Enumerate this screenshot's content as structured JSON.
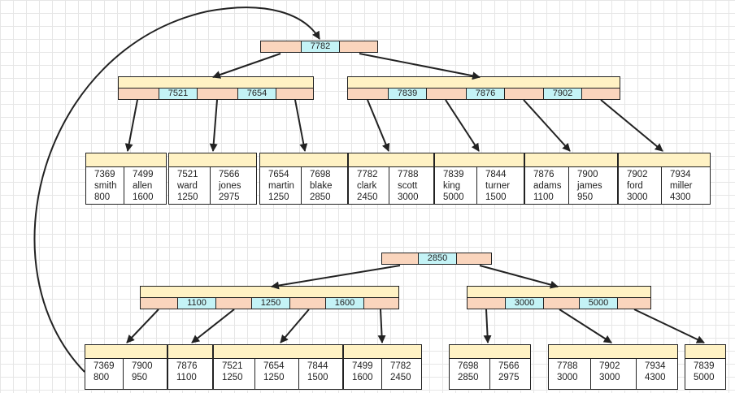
{
  "index_tree": {
    "root_keys": [
      "7782"
    ],
    "left_keys": [
      "7521",
      "7654"
    ],
    "right_keys": [
      "7839",
      "7876",
      "7902"
    ],
    "leaves": [
      {
        "cells": [
          {
            "lines": [
              "7369",
              "smith",
              "800"
            ]
          },
          {
            "lines": [
              "7499",
              "allen",
              "1600"
            ]
          }
        ]
      },
      {
        "cells": [
          {
            "lines": [
              "7521",
              "ward",
              "1250"
            ]
          },
          {
            "lines": [
              "7566",
              "jones",
              "2975"
            ]
          }
        ]
      },
      {
        "cells": [
          {
            "lines": [
              "7654",
              "martin",
              "1250"
            ]
          },
          {
            "lines": [
              "7698",
              "blake",
              "2850"
            ]
          }
        ]
      },
      {
        "cells": [
          {
            "lines": [
              "7782",
              "clark",
              "2450"
            ]
          },
          {
            "lines": [
              "7788",
              "scott",
              "3000"
            ]
          }
        ]
      },
      {
        "cells": [
          {
            "lines": [
              "7839",
              "king",
              "5000"
            ]
          },
          {
            "lines": [
              "7844",
              "turner",
              "1500"
            ]
          }
        ]
      },
      {
        "cells": [
          {
            "lines": [
              "7876",
              "adams",
              "1100"
            ]
          },
          {
            "lines": [
              "7900",
              "james",
              "950"
            ]
          }
        ]
      },
      {
        "cells": [
          {
            "lines": [
              "7902",
              "ford",
              "3000"
            ]
          },
          {
            "lines": [
              "7934",
              "miller",
              "4300"
            ]
          }
        ]
      }
    ]
  },
  "sal_tree": {
    "root_keys": [
      "2850"
    ],
    "left_keys": [
      "1100",
      "1250",
      "1600"
    ],
    "right_keys": [
      "3000",
      "5000"
    ],
    "leaves": [
      {
        "cells": [
          {
            "lines": [
              "7369",
              "800"
            ]
          },
          {
            "lines": [
              "7900",
              "950"
            ]
          }
        ]
      },
      {
        "cells": [
          {
            "lines": [
              "7876",
              "1100"
            ]
          }
        ]
      },
      {
        "cells": [
          {
            "lines": [
              "7521",
              "1250"
            ]
          },
          {
            "lines": [
              "7654",
              "1250"
            ]
          },
          {
            "lines": [
              "7844",
              "1500"
            ]
          }
        ]
      },
      {
        "cells": [
          {
            "lines": [
              "7499",
              "1600"
            ]
          },
          {
            "lines": [
              "7782",
              "2450"
            ]
          }
        ]
      },
      {
        "cells": [
          {
            "lines": [
              "7698",
              "2850"
            ]
          },
          {
            "lines": [
              "7566",
              "2975"
            ]
          }
        ]
      },
      {
        "cells": [
          {
            "lines": [
              "7788",
              "3000"
            ]
          },
          {
            "lines": [
              "7902",
              "3000"
            ]
          },
          {
            "lines": [
              "7934",
              "4300"
            ]
          }
        ]
      },
      {
        "cells": [
          {
            "lines": [
              "7839",
              "5000"
            ]
          }
        ]
      }
    ]
  },
  "colors": {
    "header": "#fff2c4",
    "key_bar": "#fad5bd",
    "key_cell": "#c4f3f6",
    "line": "#222222"
  }
}
